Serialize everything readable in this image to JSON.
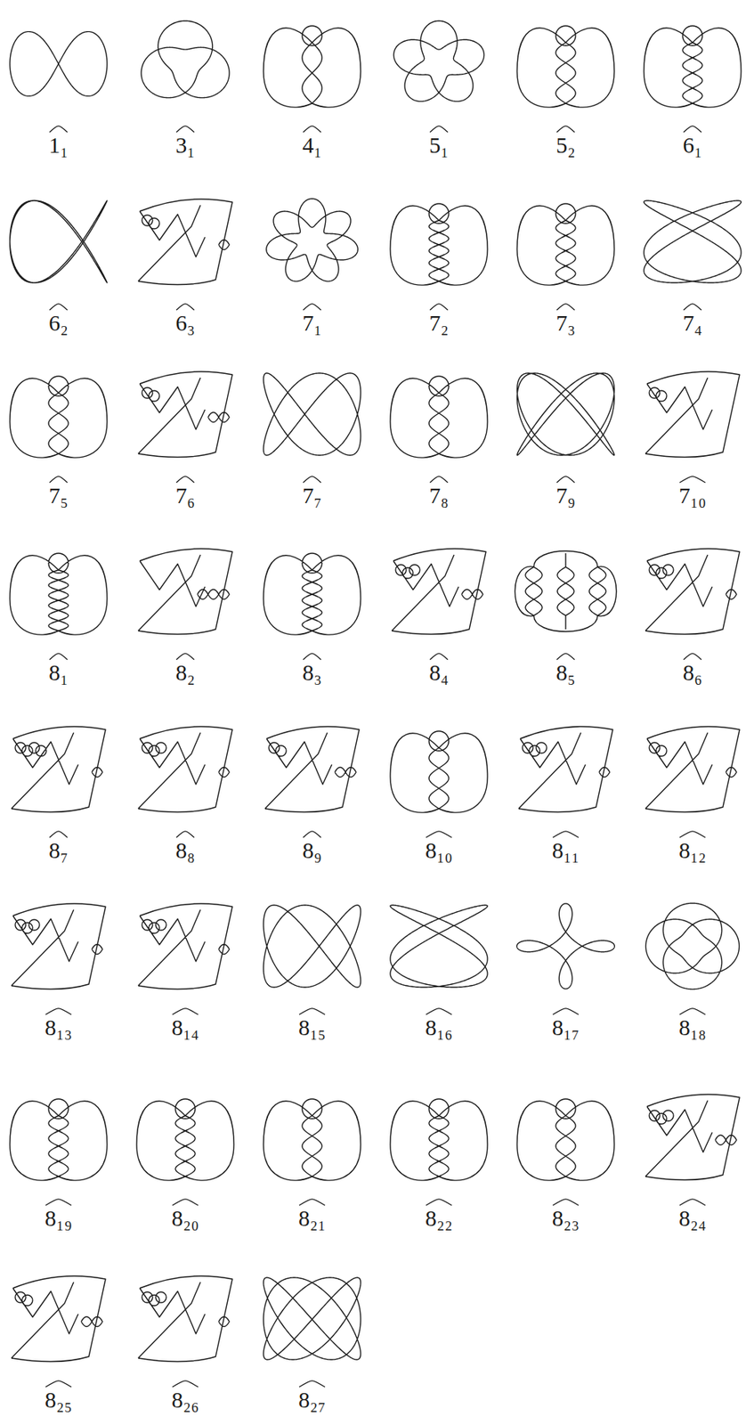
{
  "diagram": {
    "labels": [
      "1₁",
      "3₁",
      "4₁",
      "5₁",
      "5₂",
      "6₁",
      "6₂",
      "6₃",
      "7₁",
      "7₂",
      "7₃",
      "7₄",
      "7₅",
      "7₆",
      "7₇",
      "7₈",
      "7₉",
      "7₁₀",
      "8₁",
      "8₂",
      "8₃",
      "8₄",
      "8₅",
      "8₆",
      "8₇",
      "8₈",
      "8₉",
      "8₁₀",
      "8₁₁",
      "8₁₂",
      "8₁₃",
      "8₁₄",
      "8₁₅",
      "8₁₆",
      "8₁₇",
      "8₁₈",
      "8₁₉",
      "8₂₀",
      "8₂₁",
      "8₂₂",
      "8₂₃",
      "8₂₄",
      "8₂₅",
      "8₂₆",
      "8₂₇"
    ]
  }
}
